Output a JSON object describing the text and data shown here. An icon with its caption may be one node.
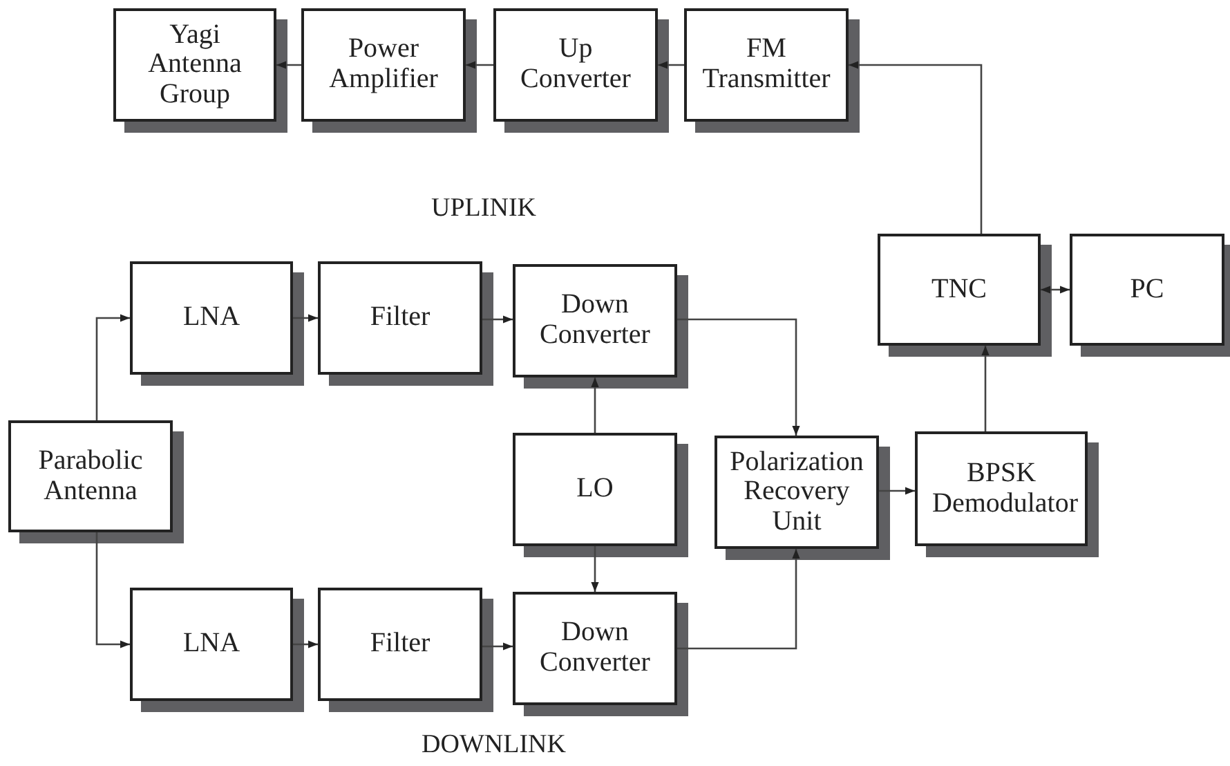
{
  "diagram": {
    "nodes": [
      {
        "text": [
          "Yagi Antenna Group"
        ]
      },
      {
        "text": [
          "Power Amplifier"
        ]
      },
      {
        "text": [
          "Up Converter"
        ]
      },
      {
        "text": [
          "FM Transmitter"
        ]
      },
      {
        "text": [
          "TNC"
        ]
      },
      {
        "text": [
          "PC"
        ]
      },
      {
        "text": [
          "LNA"
        ]
      },
      {
        "text": [
          "Filter"
        ]
      },
      {
        "text": [
          "Down Converter"
        ]
      },
      {
        "text": [
          "Parabolic Antenna"
        ]
      },
      {
        "text": [
          "LO"
        ]
      },
      {
        "text": [
          "Polarization Recovery Unit"
        ]
      },
      {
        "text": [
          "BPSK Demodulator"
        ]
      },
      {
        "text": [
          "LNA"
        ]
      },
      {
        "text": [
          "Filter"
        ]
      },
      {
        "text": [
          "Down Converter"
        ]
      }
    ],
    "edges": [
      {
        "from": 3,
        "to": 2,
        "arrow": "to"
      },
      {
        "from": 2,
        "to": 1,
        "arrow": "to"
      },
      {
        "from": 1,
        "to": 0,
        "arrow": "to"
      },
      {
        "from": 4,
        "to": 3,
        "arrow": "to"
      },
      {
        "from": 4,
        "to": 5,
        "arrow": "both"
      },
      {
        "from": 9,
        "to": 6,
        "arrow": "to"
      },
      {
        "from": 6,
        "to": 7,
        "arrow": "to"
      },
      {
        "from": 7,
        "to": 8,
        "arrow": "to"
      },
      {
        "from": 10,
        "to": 8,
        "arrow": "to"
      },
      {
        "from": 8,
        "to": 11,
        "arrow": "to"
      },
      {
        "from": 9,
        "to": 13,
        "arrow": "to"
      },
      {
        "from": 13,
        "to": 14,
        "arrow": "to"
      },
      {
        "from": 14,
        "to": 15,
        "arrow": "to"
      },
      {
        "from": 10,
        "to": 15,
        "arrow": "to"
      },
      {
        "from": 15,
        "to": 11,
        "arrow": "to"
      },
      {
        "from": 11,
        "to": 12,
        "arrow": "to"
      },
      {
        "from": 12,
        "to": 4,
        "arrow": "to"
      }
    ],
    "labels": [
      "UPLINIK",
      "DOWNLINK"
    ]
  }
}
